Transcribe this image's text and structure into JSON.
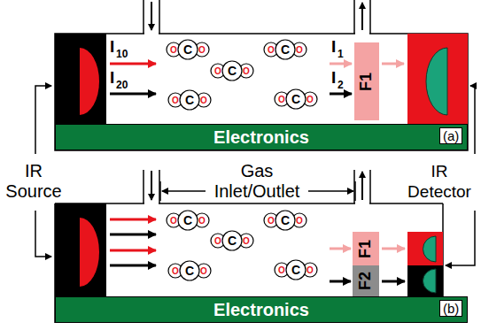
{
  "diagram": {
    "nodes": [
      {
        "text": [
          "F1"
        ]
      },
      {
        "text": [
          "Electronics"
        ]
      },
      {
        "text": [
          "F1"
        ]
      },
      {
        "text": [
          "F2"
        ]
      },
      {
        "text": [
          "Electronics"
        ]
      }
    ],
    "labels": [
      "I",
      "10",
      "I",
      "20",
      "I",
      "1",
      "I",
      "2",
      "(a)",
      "(b)",
      "IR Source",
      "Gas Inlet/Outlet",
      "IR Detector",
      "O",
      "C",
      "O",
      "O",
      "C",
      "O",
      "O",
      "C",
      "O",
      "O",
      "C",
      "O",
      "O",
      "C",
      "O",
      "O",
      "C",
      "O",
      "O",
      "C",
      "O",
      "O",
      "C",
      "O",
      "O",
      "C",
      "O",
      "O",
      "C",
      "O"
    ]
  }
}
